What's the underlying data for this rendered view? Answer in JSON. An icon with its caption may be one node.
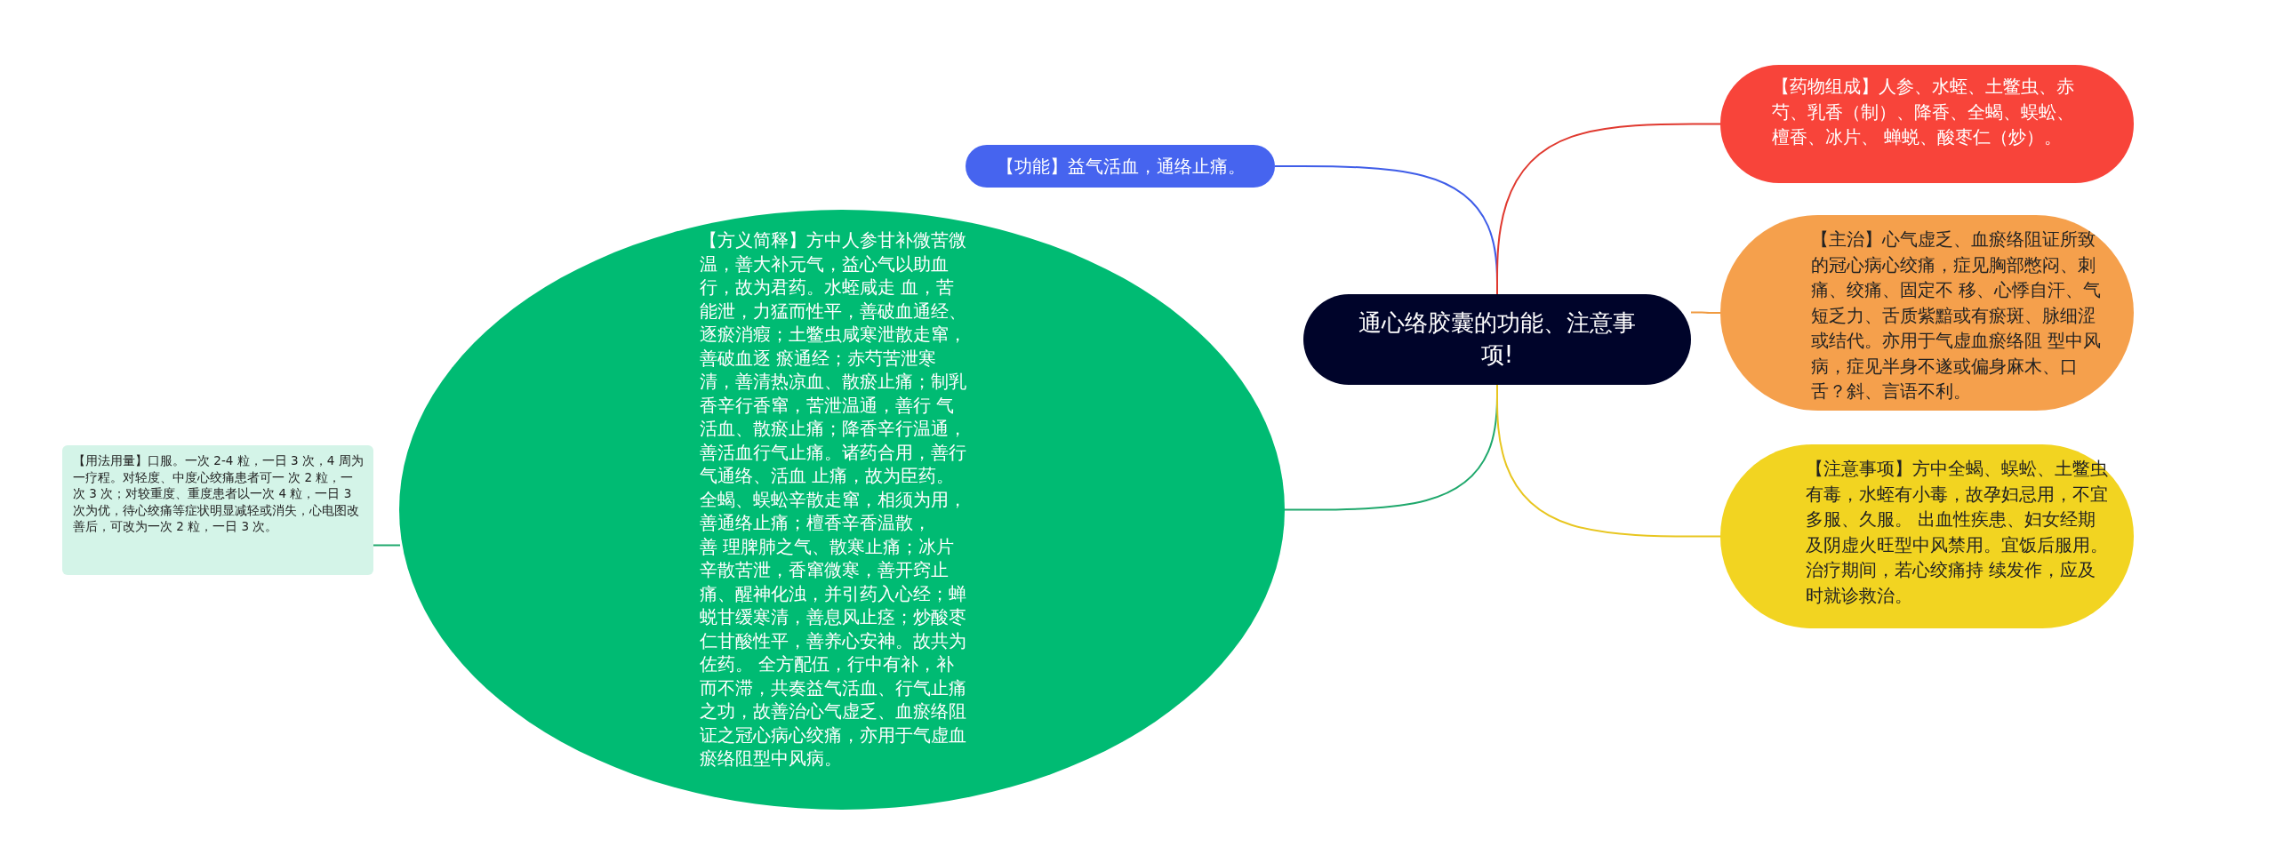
{
  "diagram": {
    "nodes": [
      {
        "text": [
          "通心络胶囊的功能、注意事项!"
        ]
      },
      {
        "text": [
          "【功能】益气活血，通络止痛。"
        ]
      },
      {
        "text": [
          "【方义简释】方中人参甘补微苦微温，善大补元气，益心气以助血行，故为君药。水蛭咸走 血，苦能泄，力猛而性平，善破血通经、逐瘀消瘕；土鳖虫咸寒泄散走窜，善破血逐 瘀通经；赤芍苦泄寒清，善清热凉血、散瘀止痛；制乳香辛行香窜，苦泄温通，善行 气活血、散瘀止痛；降香辛行温通，善活血行气止痛。诸药合用，善行气通络、活血 止痛，故为臣药。全蝎、蜈蚣辛散走窜，相须为用，善通络止痛；檀香辛香温散，善 理脾肺之气、散寒止痛；冰片辛散苦泄，香窜微寒，善开窍止痛、醒神化浊，并引药入心经；蝉蜕甘缓寒清，善息风止痉；炒酸枣仁甘酸性平，善养心安神。故共为佐药。 全方配伍，行中有补，补而不滞，共奏益气活血、行气止痛之功，故善治心气虚乏、血瘀络阻证之冠心病心绞痛，亦用于气虚血瘀络阻型中风病。"
        ]
      },
      {
        "text": [
          "【用法用量】口服。一次 2-4 粒，一日 3 次，4 周为一疗程。对轻度、中度心绞痛患者可一 次 2 粒，一次 3 次；对较重度、重度患者以一次 4 粒，一日 3 次为优，待心绞痛等症状明显减轻或消失，心电图改善后，可改为一次 2 粒，一日 3 次。"
        ]
      },
      {
        "text": [
          "【药物组成】人参、水蛭、土鳖虫、赤芍、乳香（制）、降香、全蝎、蜈蚣、檀香、冰片、 蝉蜕、酸枣仁（炒）。"
        ]
      },
      {
        "text": [
          "【主治】心气虚乏、血瘀络阻证所致的冠心病心绞痛，症见胸部憋闷、刺痛、绞痛、固定不 移、心悸自汗、气短乏力、舌质紫黯或有瘀斑、脉细涩或结代。亦用于气虚血瘀络阻 型中风病，症见半身不遂或偏身麻木、口舌？斜、言语不利。"
        ]
      },
      {
        "text": [
          "【注意事项】方中全蝎、蜈蚣、土鳖虫有毒，水蛭有小毒，故孕妇忌用，不宜多服、久服。 出血性疾患、妇女经期及阴虚火旺型中风禁用。宜饭后服用。治疗期间，若心绞痛持 续发作，应及时就诊救治。"
        ]
      }
    ],
    "edges": [
      {
        "from": 0,
        "to": 1,
        "arrow": "none",
        "color": "#3f5de8"
      },
      {
        "from": 0,
        "to": 2,
        "arrow": "none",
        "color": "#1fa86c"
      },
      {
        "from": 2,
        "to": 3,
        "arrow": "none",
        "color": "#1fa86c"
      },
      {
        "from": 0,
        "to": 4,
        "arrow": "none",
        "color": "#e0392f"
      },
      {
        "from": 0,
        "to": 5,
        "arrow": "none",
        "color": "#f09a40"
      },
      {
        "from": 0,
        "to": 6,
        "arrow": "none",
        "color": "#e8c620"
      }
    ]
  }
}
